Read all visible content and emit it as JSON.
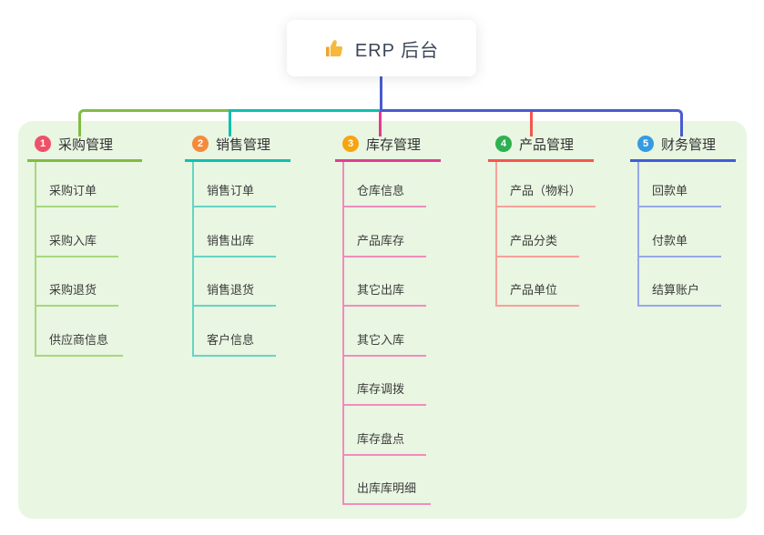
{
  "root": {
    "icon": "thumbs-up-icon",
    "label": "ERP 后台"
  },
  "connectors": {
    "trunk_color": "#4a5ad0"
  },
  "colors": {
    "panel_bg": "#e8f6e2",
    "canvas_bg": "#ffffff",
    "root_text": "#3d4759"
  },
  "branches": [
    {
      "num": "1",
      "label": "采购管理",
      "badge_color": "#ef5168",
      "line_color": "#82bb42",
      "child_line_color": "#a9d77d",
      "children": [
        "采购订单",
        "采购入库",
        "采购退货",
        "供应商信息"
      ]
    },
    {
      "num": "2",
      "label": "销售管理",
      "badge_color": "#f58a3c",
      "line_color": "#10bfae",
      "child_line_color": "#66d4c6",
      "children": [
        "销售订单",
        "销售出库",
        "销售退货",
        "客户信息"
      ]
    },
    {
      "num": "3",
      "label": "库存管理",
      "badge_color": "#f7a412",
      "line_color": "#e23c90",
      "child_line_color": "#f18cbc",
      "children": [
        "仓库信息",
        "产品库存",
        "其它出库",
        "其它入库",
        "库存调拨",
        "库存盘点",
        "出库库明细"
      ]
    },
    {
      "num": "4",
      "label": "产品管理",
      "badge_color": "#2db151",
      "line_color": "#f4564d",
      "child_line_color": "#f8a09a",
      "children": [
        "产品（物料）",
        "产品分类",
        "产品单位"
      ]
    },
    {
      "num": "5",
      "label": "财务管理",
      "badge_color": "#349be2",
      "line_color": "#3e5ed5",
      "child_line_color": "#97a9e6",
      "children": [
        "回款单",
        "付款单",
        "结算账户"
      ]
    }
  ]
}
